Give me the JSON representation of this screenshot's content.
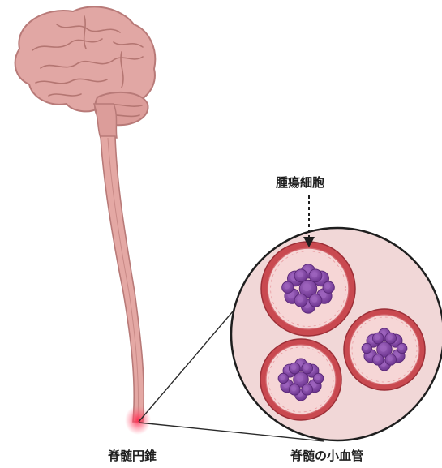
{
  "labels": {
    "tumor_cells": "腫瘍細胞",
    "conus_medullaris": "脊髄円錐",
    "spinal_capillaries": "脊髄の小血管"
  },
  "colors": {
    "brain_fill": "#e1a7a4",
    "brain_outline": "#b87a78",
    "cord_fill": "#e4a8a4",
    "vessel_wall": "#c94950",
    "vessel_lumen": "#f6d6d6",
    "tumor_cell": "#8a4ca8",
    "magnifier_bg": "#f1d7d7",
    "highlight": "#ff3b5c"
  },
  "icons": [
    "brain-icon",
    "spinal-cord-icon",
    "tumor-vessel-icon",
    "magnifier-circle",
    "down-arrow-icon"
  ]
}
